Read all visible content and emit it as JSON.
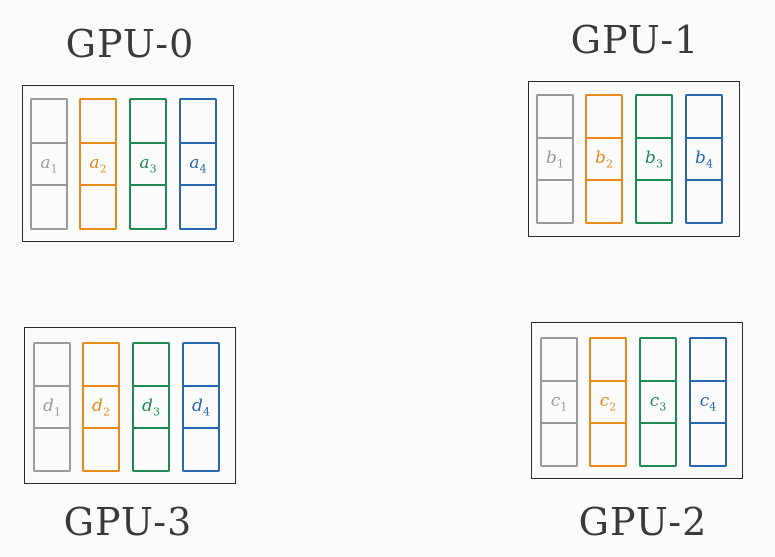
{
  "gpus": [
    {
      "title": "GPU-0",
      "labels": [
        {
          "base": "a",
          "sub": "1"
        },
        {
          "base": "a",
          "sub": "2"
        },
        {
          "base": "a",
          "sub": "3"
        },
        {
          "base": "a",
          "sub": "4"
        }
      ]
    },
    {
      "title": "GPU-1",
      "labels": [
        {
          "base": "b",
          "sub": "1"
        },
        {
          "base": "b",
          "sub": "2"
        },
        {
          "base": "b",
          "sub": "3"
        },
        {
          "base": "b",
          "sub": "4"
        }
      ]
    },
    {
      "title": "GPU-3",
      "labels": [
        {
          "base": "d",
          "sub": "1"
        },
        {
          "base": "d",
          "sub": "2"
        },
        {
          "base": "d",
          "sub": "3"
        },
        {
          "base": "d",
          "sub": "4"
        }
      ]
    },
    {
      "title": "GPU-2",
      "labels": [
        {
          "base": "c",
          "sub": "1"
        },
        {
          "base": "c",
          "sub": "2"
        },
        {
          "base": "c",
          "sub": "3"
        },
        {
          "base": "c",
          "sub": "4"
        }
      ]
    }
  ],
  "colors": [
    "#9a9a9a",
    "#e8891a",
    "#1e8a52",
    "#2a65b0"
  ]
}
